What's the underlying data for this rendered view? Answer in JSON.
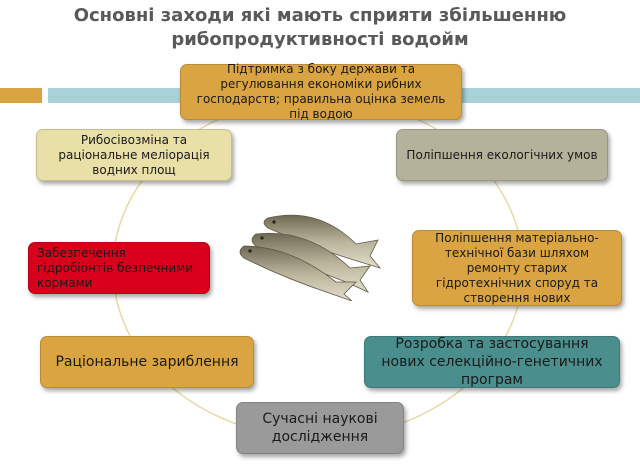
{
  "slide": {
    "title": "Основні заходи які мають сприяти збільшенню рибопродуктивності водойм"
  },
  "colors": {
    "gold": "#d9a441",
    "khaki": "#e9e0a8",
    "grey_olive": "#b5b29b",
    "red": "#d9001b",
    "teal": "#4a8f8e",
    "grey": "#9a9a9a",
    "band_light": "#a9d1d8"
  },
  "nodes": {
    "state_support": "Підтримка з боку держави та регулювання економіки рибних господарств; правильна оцінка земель під водою",
    "fish_crop_rotation": "Рибосівозміна та раціональне меліорація водних площ",
    "ecology": "Поліпшення екологічних умов",
    "feed": "Забезпечення гідробіонтів безпечними кормами",
    "material_base": "Поліпшення матеріально-технічної бази шляхом ремонту старих гідротехнічних споруд та створення нових",
    "stocking": "Раціональне зариблення",
    "genetics": "Розробка та застосування нових селекційно-генетичних програм",
    "research": "Сучасні наукові дослідження"
  },
  "image": {
    "icon": "fish-icon"
  }
}
